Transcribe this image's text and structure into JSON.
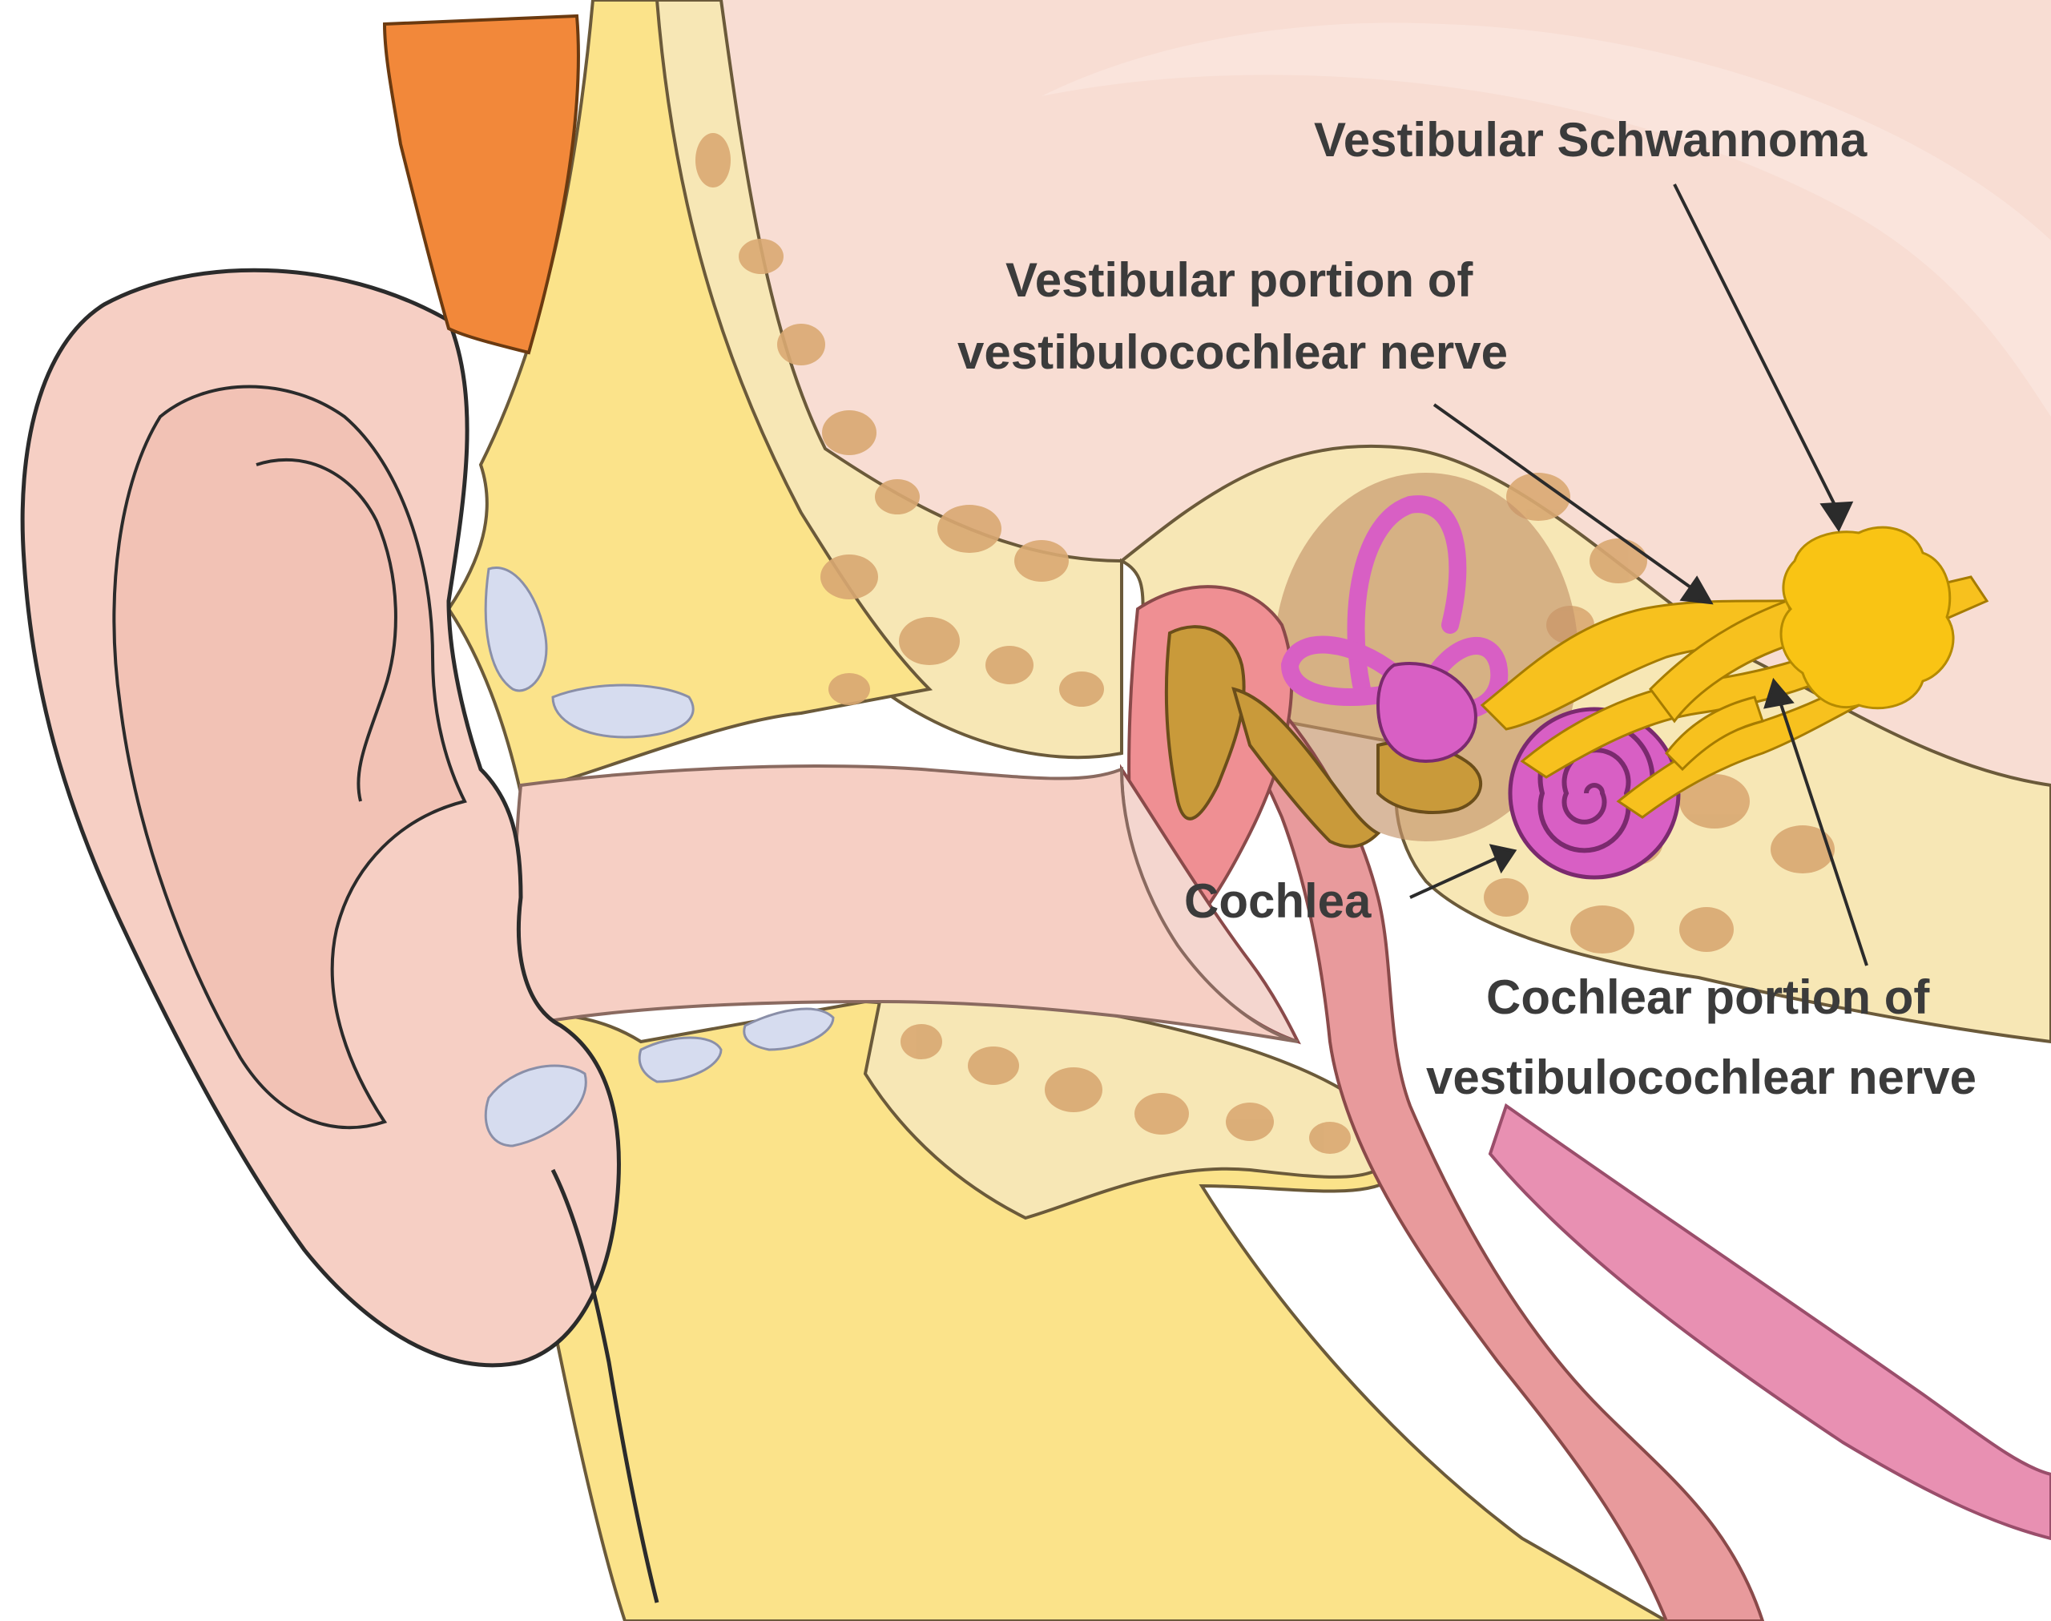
{
  "labels": {
    "schwannoma": "Vestibular Schwannoma",
    "vestibular_line1": "Vestibular portion of",
    "vestibular_line2": "vestibulocochlear nerve",
    "cochlea": "Cochlea",
    "cochlear_line1": "Cochlear portion of",
    "cochlear_line2": "vestibulocochlear nerve"
  },
  "colors": {
    "skin": "#f6cfc4",
    "skin_dark": "#eab3a5",
    "bone": "#f7e7b5",
    "bone_pore": "#d9a872",
    "fat": "#fbe38a",
    "brain": "#f8ddd3",
    "hair": "#f2883a",
    "membrane": "#e890b2",
    "canal": "#e89a9c",
    "ossicle": "#c99a3a",
    "labyrinth": "#d85fc4",
    "nerve": "#f7c11e",
    "cartilage": "#d6dcef",
    "text": "#3b3b3b"
  }
}
